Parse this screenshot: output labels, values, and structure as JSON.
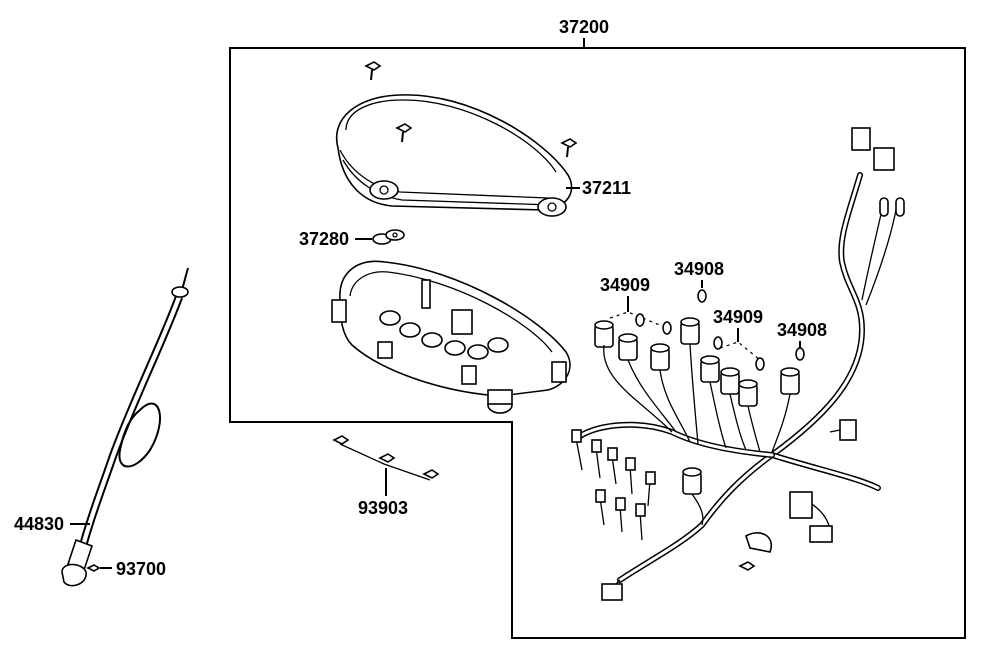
{
  "labels": {
    "assembly": "37200",
    "meter_cover": "37211",
    "washer": "37280",
    "bulb_socket_a": "34909",
    "bulb_a": "34908",
    "bulb_socket_b": "34909",
    "bulb_b": "34908",
    "screw": "93903",
    "cable": "44830",
    "cable_screw": "93700"
  },
  "icons": {
    "cover": "meter-cover-icon",
    "case": "meter-case-icon",
    "harness": "wire-harness-icon",
    "cable": "speedometer-cable-icon"
  }
}
